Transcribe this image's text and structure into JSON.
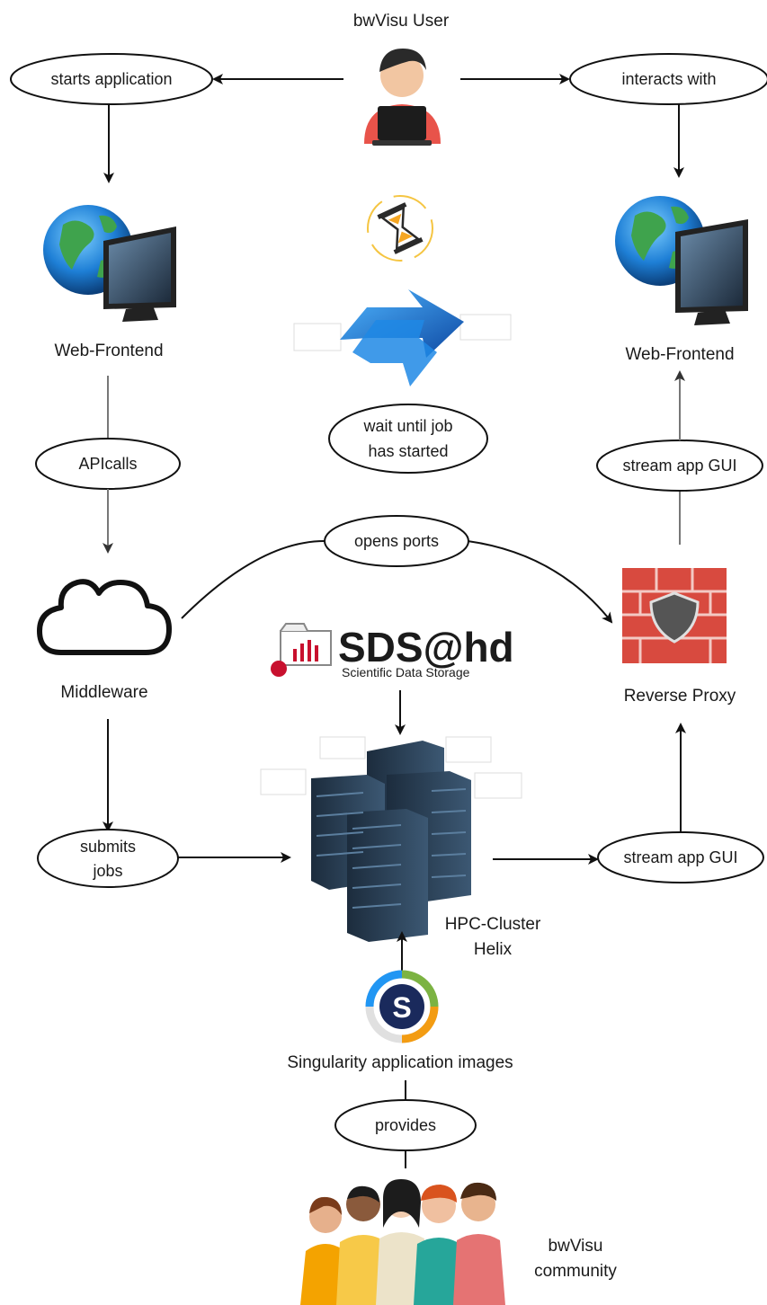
{
  "user": {
    "label": "bwVisu User"
  },
  "left": {
    "starts": "starts application",
    "frontend": "Web-Frontend",
    "api": "APIcalls",
    "middleware": "Middleware",
    "submits_1": "submits",
    "submits_2": "jobs"
  },
  "right": {
    "interacts": "interacts with",
    "frontend": "Web-Frontend",
    "stream_top": "stream app GUI",
    "proxy": "Reverse Proxy",
    "stream_bottom": "stream app GUI"
  },
  "center": {
    "wait_1": "wait until job",
    "wait_2": "has started",
    "opens_ports": "opens ports",
    "sds_title": "SDS@hd",
    "sds_subtitle": "Scientific Data Storage",
    "cluster_1": "HPC-Cluster",
    "cluster_2": "Helix",
    "singularity": "Singularity application images",
    "provides": "provides"
  },
  "community": {
    "line1": "bwVisu",
    "line2": "community"
  },
  "colors": {
    "accent_red": "#c8102e",
    "globe_blue": "#1e88e5",
    "arrow_blue": "#1565c0"
  }
}
